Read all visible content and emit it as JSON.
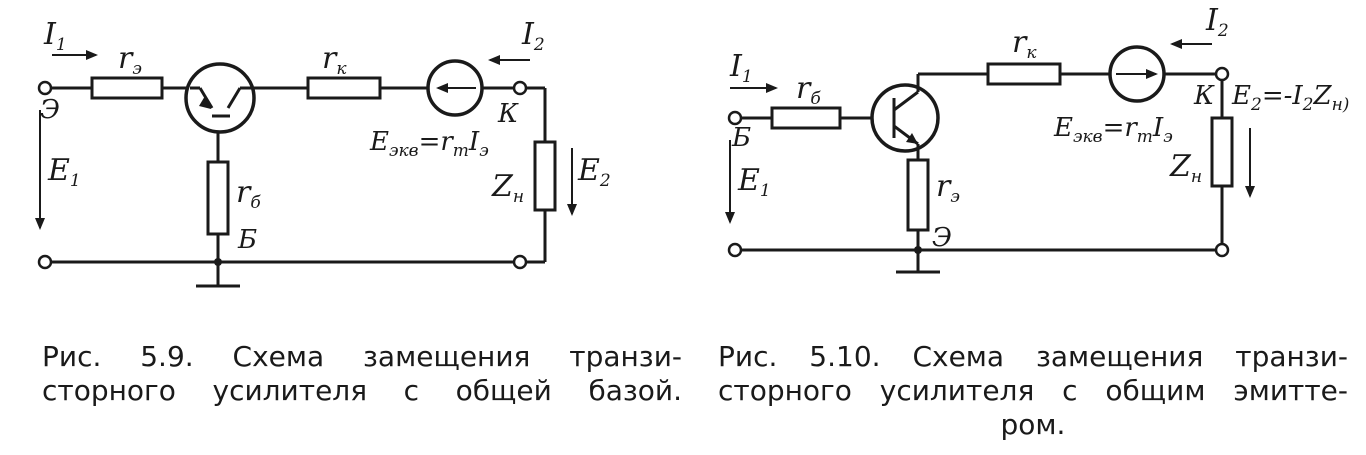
{
  "figure1": {
    "labels": {
      "i1": "I",
      "i1_sub": "1",
      "i2": "I",
      "i2_sub": "2",
      "r_e": "r",
      "r_e_sub": "э",
      "r_k": "r",
      "r_k_sub": "к",
      "r_b": "r",
      "r_b_sub": "б",
      "node_e": "Э",
      "node_k": "К",
      "node_b": "Б",
      "e1": "E",
      "e1_sub": "1",
      "e2": "E",
      "e2_sub": "2",
      "zn": "Z",
      "zn_sub": "н",
      "eekv": "E",
      "eekv_sub": "экв",
      "eekv_eq": "=r",
      "eekv_m": "m",
      "eekv_i": "I",
      "eekv_i_sub": "э"
    },
    "caption": {
      "line1": "Рис. 5.9. Схема замещения транзи-",
      "line2": "сторного усилителя с общей базой."
    }
  },
  "figure2": {
    "labels": {
      "i1": "I",
      "i1_sub": "1",
      "i2": "I",
      "i2_sub": "2",
      "r_b": "r",
      "r_b_sub": "б",
      "r_k": "r",
      "r_k_sub": "к",
      "r_e": "r",
      "r_e_sub": "э",
      "node_b": "Б",
      "node_k": "К",
      "node_e": "Э",
      "e1": "E",
      "e1_sub": "1",
      "e2_expr": "E",
      "e2_sub": "2",
      "e2_eq": "=-I",
      "e2_i_sub": "2",
      "e2_z": "Z",
      "e2_z_sub": "н)",
      "zn": "Z",
      "zn_sub": "н",
      "eekv": "E",
      "eekv_sub": "экв",
      "eekv_eq": "=r",
      "eekv_m": "m",
      "eekv_i": "I",
      "eekv_i_sub": "э"
    },
    "caption": {
      "line1": "Рис. 5.10. Схема замещения транзи-",
      "line2": "сторного усилителя с общим эмитте-",
      "line3": "ром."
    }
  }
}
